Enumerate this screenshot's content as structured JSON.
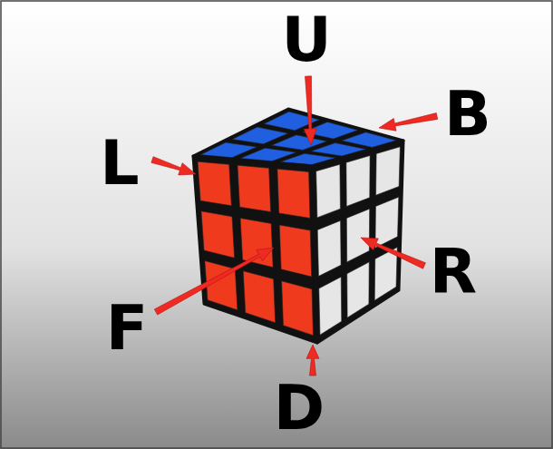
{
  "diagram": {
    "labels": [
      "U",
      "B",
      "L",
      "R",
      "F",
      "D"
    ]
  }
}
